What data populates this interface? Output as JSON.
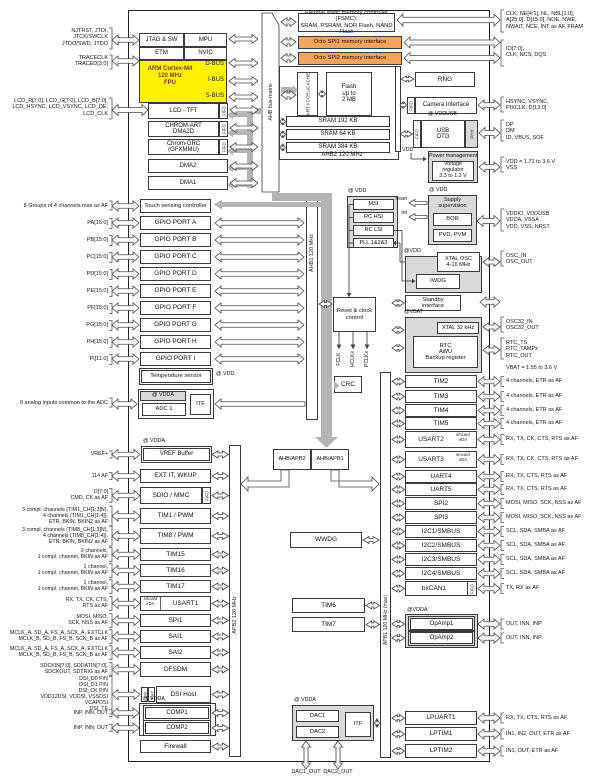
{
  "debug": {
    "pins1": [
      "NJTRST, JTDI,",
      "JTCK/SWCLK",
      "JTDO/SWD, JTDO"
    ],
    "pins2": [
      "TRACECLK",
      "TRACED[3:0]"
    ],
    "blocks": [
      "JTAG & SW",
      "MPU",
      "ETM",
      "NVIC"
    ]
  },
  "cpu": {
    "name": "ARM Cortex-M4",
    "freq": "120 MHz",
    "fpu": "FPU",
    "buses": [
      "D-BUS",
      "I-BUS",
      "S-BUS"
    ]
  },
  "lcd_pins": [
    "LCD_R[7:0], LCD_G[7:0], LCD_B[7:0],",
    "LCD_HSYNC, LCD_VSYNC, LCD_DE,",
    "LCD_CLK"
  ],
  "dma_blocks": [
    {
      "id": "lcd-tft",
      "label": "LCD - TFT",
      "fifo": "FIFO"
    },
    {
      "id": "chrom-art",
      "label": "CHROM-ART|DMA2D",
      "fifo": "FIFO"
    },
    {
      "id": "chrom-grc",
      "label": "Chrom-GRC|(GFXMMU)",
      "fifo": "FIFO"
    },
    {
      "id": "dma2",
      "label": "DMA2"
    },
    {
      "id": "dma1",
      "label": "DMA1"
    }
  ],
  "bus_matrix": "AHB bus-matrix",
  "fsmc": {
    "label": "Flexible static memory controller (FSMC):|SRAM, PSRAM, NOR Flash, NAND Flash",
    "pins": [
      "CLK, NE[4:1], NL, NBL[1:0],",
      "A[25:0], D[15:0], NOE, NWE,",
      "NWAIT, NCE, INT as AF, FRAM"
    ]
  },
  "octospi": {
    "blocks": [
      "Octo SPI1 memory interface",
      "Octo SPI2 memory interface"
    ],
    "pins": [
      "IO[7:0],",
      "CLK, NCS, DQS"
    ]
  },
  "memory": {
    "art": "ART ACCEL/CACHE",
    "flash": "Flash|up to|2 MB",
    "sram": [
      "SRAM 192 KB",
      "SRAM 64 KB",
      "SRAM 384 KB"
    ],
    "ahb2": "AHB2 120 MHz"
  },
  "right_top": {
    "rng": "RNG",
    "camera": {
      "label": "Camera Interface",
      "fifo": "FIFO",
      "pins": [
        "HSYNC, VSYNC,",
        "PIXCLK, D[13:0]"
      ]
    },
    "usb": {
      "label": "USB|OTG",
      "fifo": "FIFO",
      "phy": "PHY",
      "note": "@ VDDUSB",
      "pins": [
        "DP",
        "DM",
        "ID, VBUS, SOF"
      ]
    },
    "power": {
      "header": "Power management",
      "reg": "Voltage|regulator|3.3 to 1.2 V",
      "vdd": "VDD",
      "pins": [
        "VDD = 1.71 to 3.6 V",
        "VSS"
      ]
    }
  },
  "ports": {
    "touch": {
      "pin": "8 Groups of 4 channels max as AF",
      "label": "Touch sensing controller"
    },
    "gpio": [
      {
        "pin": "PA[15:0]",
        "label": "GPIO PORT A"
      },
      {
        "pin": "PB[15:0]",
        "label": "GPIO PORT B"
      },
      {
        "pin": "PC[15:0]",
        "label": "GPIO PORT C"
      },
      {
        "pin": "PD[15:0]",
        "label": "GPIO PORT D"
      },
      {
        "pin": "PE[15:0]",
        "label": "GPIO PORT E"
      },
      {
        "pin": "PF[15:0]",
        "label": "GPIO PORT F"
      },
      {
        "pin": "PG[15:0]",
        "label": "GPIO PORT G"
      },
      {
        "pin": "PH[15:0]",
        "label": "GPIO PORT H"
      },
      {
        "pin": "PI[11:0]",
        "label": "GPIO PORT I"
      }
    ],
    "temp": {
      "label": "Temperature sensor",
      "note": "@ VDD"
    },
    "adc": {
      "pin": "8 analog inputs common to the ADC",
      "header": "@ VDDA",
      "label": "ADC 1",
      "itf": "ITF"
    }
  },
  "apb2_rows": [
    {
      "id": "vref",
      "pin": "VREF+",
      "label": "VREF Buffer",
      "note": "@ VDDA",
      "double": true
    },
    {
      "id": "extit",
      "pin": "114 AF",
      "label": "EXT IT, WKUP"
    },
    {
      "id": "sdio",
      "pin": "D[7:0]|CMD, CK as AF",
      "label": "SDIO / MMC",
      "fifo": "FIFO"
    },
    {
      "id": "tim1",
      "pin": "3 compl. channels (TIM1_CH[1:3]N),|4 channels (TIM1_CH[1:4]),|ETR, BKIN, BKIN2 as AF",
      "label": "TIM1 / PWM",
      "bits": "16b"
    },
    {
      "id": "tim8",
      "pin": "3 compl. channels (TIM8_CH[1:3]N),|4 channels (TIM8_CH[1:4]),|ETR, BKIN, BKIN2 as AF",
      "label": "TIM8 / PWM",
      "bits": "16b"
    },
    {
      "id": "tim15",
      "pin": "2 channels,|1 compl. channel, BKIN as AF",
      "label": "TIM15",
      "bits": "16b"
    },
    {
      "id": "tim16",
      "pin": "1 channel,|1 compl. channel, BKIN as AF",
      "label": "TIM16",
      "bits": "16b"
    },
    {
      "id": "tim17",
      "pin": "1 channel,|1 compl. channel, BKIN as AF",
      "label": "TIM17",
      "bits": "16b"
    },
    {
      "id": "usart1",
      "pin": "RX, TX, CK, CTS,|RTS as AF",
      "label": "USART1",
      "tag": "smcard|irDA"
    },
    {
      "id": "spi1",
      "pin": "MOSI, MISO,|SCK, NSS as AF",
      "label": "SPI1"
    },
    {
      "id": "sai1",
      "pin": "MCLK_A, SD_A, FS_A, SCK_A, EXTCLK|MCLK_B, SD_B, FS_B, SCK_B as AF",
      "label": "SAI1"
    },
    {
      "id": "sai2",
      "pin": "MCLK_A, SD_A, FS_A, SCK_A, EXTCLK|MCLK_B, SD_B, FS_B, SCK_B as AF",
      "label": "SAI2"
    },
    {
      "id": "dfsdm",
      "pin": "SDCKIN[7:0], SDDATIN[7:0],|SDCKOUT, SDTRIG as AF",
      "label": "DFSDM"
    },
    {
      "id": "dsi",
      "pin": "DSI_D0 P/N|DSI_D1 P/N|DSI_CK P/N|VDD12DSI, VDDSI, VSSDSI|VCAPDSI|DSI_TE",
      "label": "DSI Host",
      "strips": [
        "DSI",
        "PHY"
      ]
    },
    {
      "id": "comp1",
      "pin": "INP, INN, OUT",
      "label": "COMP1",
      "double": true
    },
    {
      "id": "comp2",
      "pin": "INP, INN, OUT",
      "label": "COMP2",
      "double": true
    },
    {
      "id": "firewall",
      "label": "Firewall"
    }
  ],
  "comp_note": "@ VDDA",
  "clocks": {
    "msi_note": "@ VDD",
    "msi_blocks": [
      "MSI",
      "RC HSI",
      "RC LSI",
      "PLL 1&2&3"
    ],
    "supply": {
      "note": "@ VDD",
      "header": "Supply|supervision",
      "bor": "BOR",
      "pvd": "PVD, PVM",
      "reset": "reset",
      "int": "int",
      "pins": [
        "VDDIO, VDDUSB",
        "VDDA, VSSA",
        "VDD, VSS, NRST"
      ]
    },
    "xtal": {
      "note": "@VDD",
      "label": "XTAL OSC|4-16 MHz",
      "iwdg": "IWDG",
      "pins": [
        "OSC_IN",
        "OSC_OUT"
      ]
    },
    "standby": "Standby|interface",
    "vbat": {
      "note": "@VBAT",
      "xtal32": "XTAL 32 kHz",
      "rtc": "RTC|AWU|Backup register",
      "pins32": [
        "OSC32_IN",
        "OSC32_OUT"
      ],
      "pins_rtc": [
        "RTC_TS",
        "RTC_TAMPx",
        "RTC_OUT"
      ],
      "vbat_note": "VBAT = 1.55 to 3.6 V"
    },
    "rcc": {
      "label": "Reset & clock|control",
      "outputs": [
        "FCLK",
        "HCLKx",
        "PCLKx"
      ]
    },
    "crc": "CRC"
  },
  "bridges": {
    "apb2": "AHB/APB2",
    "apb1": "AHB/APB1"
  },
  "center": {
    "wwdg": "WWDG",
    "tim6": {
      "label": "TIM6",
      "bits": "16b"
    },
    "tim7": {
      "label": "TIM7",
      "bits": "16b"
    },
    "dac": {
      "note": "@ VDDA",
      "dac1": "DAC1",
      "dac2": "DAC2",
      "itf": "ITF",
      "out1": "DAC1_OUT",
      "out2": "DAC2_OUT"
    }
  },
  "apb1_rows": [
    {
      "id": "tim2",
      "label": "TIM2",
      "bits": "32b",
      "pin": "4 channels, ETR as AF"
    },
    {
      "id": "tim3",
      "label": "TIM3",
      "bits": "16b",
      "pin": "4 channels, ETR as AF"
    },
    {
      "id": "tim4",
      "label": "TIM4",
      "bits": "16b",
      "pin": "4 channels, ETR as AF"
    },
    {
      "id": "tim5",
      "label": "TIM5",
      "bits": "32b",
      "pin": "4 channels, ETR as AF"
    },
    {
      "id": "usart2",
      "label": "USART2",
      "tag": "smcard|irDA",
      "pin": "RX, TX, CK, CTS, RTS as AF"
    },
    {
      "id": "usart3",
      "label": "USART3",
      "tag": "smcard|irDA",
      "pin": "RX, TX, CK, CTS, RTS as AF"
    },
    {
      "id": "uart4",
      "label": "UART4",
      "pin": "RX, TX, CTS, RTS as AF"
    },
    {
      "id": "uart5",
      "label": "UART5",
      "pin": "RX, TX, CTS, RTS as AF"
    },
    {
      "id": "spi2",
      "label": "SPI2",
      "pin": "MOSI, MISO, SCK, NSS as AF"
    },
    {
      "id": "spi3",
      "label": "SPI3",
      "pin": "MOSI, MISO, SCK, NSS as AF"
    },
    {
      "id": "i2c1",
      "label": "I2C1/SMBUS",
      "pin": "SCL, SDA, SMBA as AF"
    },
    {
      "id": "i2c2",
      "label": "I2C2/SMBUS",
      "pin": "SCL, SDA, SMBA as AF"
    },
    {
      "id": "i2c3",
      "label": "I2C3/SMBUS",
      "pin": "SCL, SDA, SMBA as AF"
    },
    {
      "id": "i2c4",
      "label": "I2C4/SMBUS",
      "pin": "SCL, SDA, SMBA as AF"
    },
    {
      "id": "bxcan",
      "label": "bxCAN1",
      "fifo": "FIFO",
      "pin": "TX, RX as AF"
    },
    {
      "id": "opamp1",
      "label": "OpAmp1",
      "pin": "OUT, INN, INP",
      "double": true
    },
    {
      "id": "opamp2",
      "label": "OpAmp2",
      "pin": "OUT, INN, INP",
      "double": true
    },
    {
      "id": "lpuart1",
      "label": "LPUART1",
      "pin": "RX, TX, CTS, RTS as AF"
    },
    {
      "id": "lptim1",
      "label": "LPTIM1",
      "pin": "IN1, IN2, OUT, ETR as AF"
    },
    {
      "id": "lptim2",
      "label": "LPTIM2",
      "pin": "IN1, OUT, ETR as AF"
    }
  ],
  "opamp_note": "@VDDA",
  "bus_labels": {
    "ahb1": "AHB1 120 MHz",
    "apb2": "APB2 120 MHz",
    "apb1": "APB1 120 MHz (max)"
  },
  "colors": {
    "cpu_fill": "#fff100",
    "cpu_text": "#8a3324",
    "octospi_fill": "#f2a45c",
    "group_fill": "#d9d9d9",
    "gray_arrow": "#b4b4b4"
  }
}
